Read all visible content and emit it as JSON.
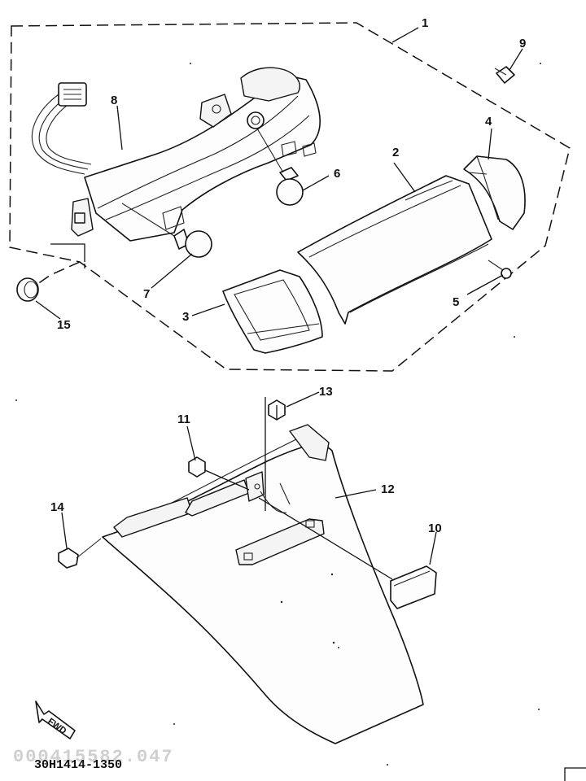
{
  "diagram": {
    "callouts": [
      "1",
      "2",
      "3",
      "4",
      "5",
      "6",
      "7",
      "8",
      "9",
      "10",
      "11",
      "12",
      "13",
      "14",
      "15"
    ],
    "direction_label": "FWD",
    "drawing_code": "30H1414-1350",
    "faded_code": "000415582.047"
  }
}
